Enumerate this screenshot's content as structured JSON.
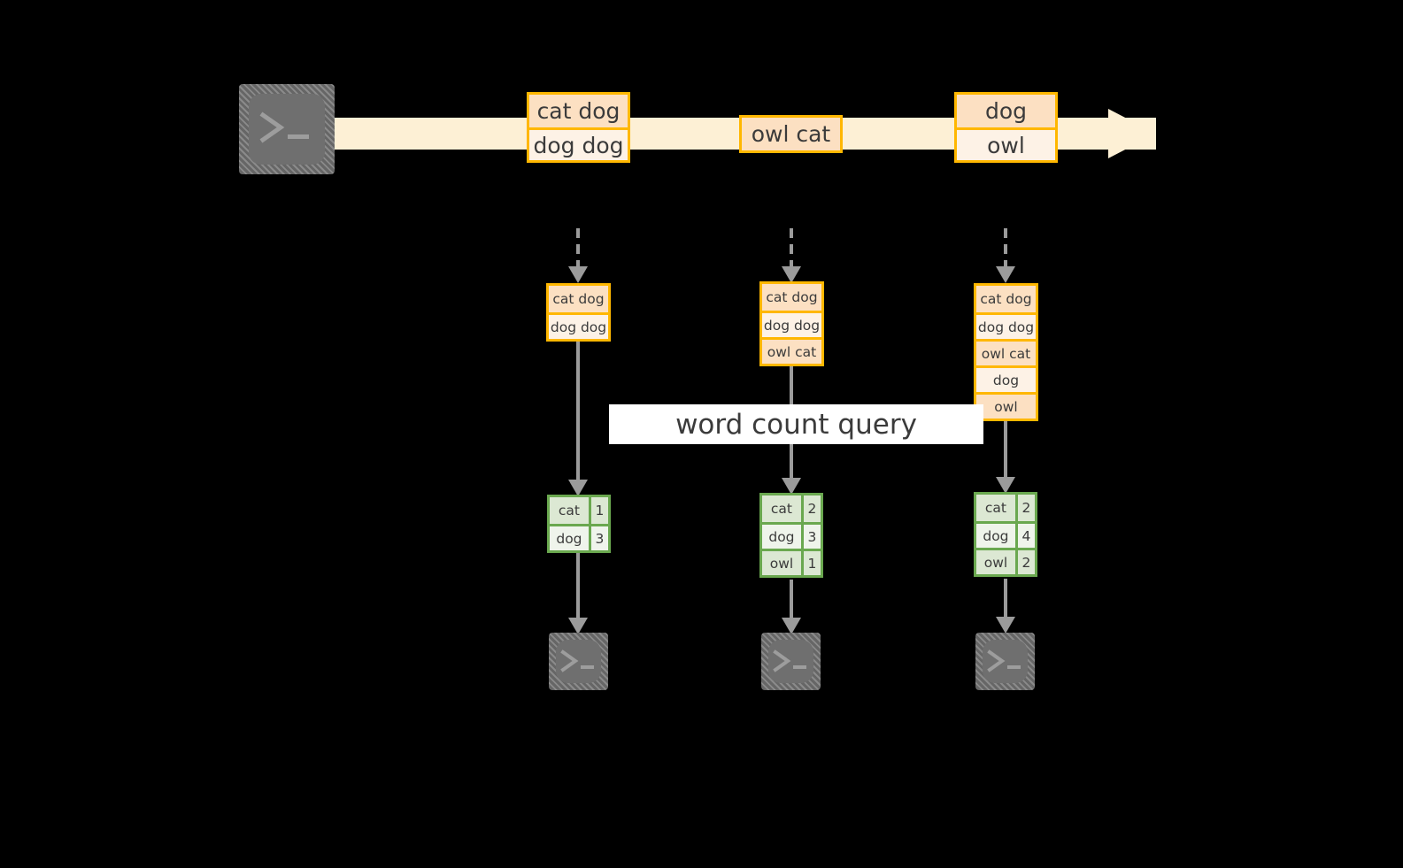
{
  "diagram": {
    "title_label": "word count query",
    "colors": {
      "background": "#000000",
      "stream_band": "#fdf0d5",
      "record_border": "#ffb700",
      "record_fill_dark": "#fce0c2",
      "record_fill_light": "#fdf2e6",
      "table_border": "#6aa84f",
      "table_fill_dark": "#dce8d3",
      "table_fill_light": "#eff4eb",
      "arrow": "#9b9b9b",
      "terminal": "#6f6f6f",
      "label_band": "#ffffff"
    },
    "stream": {
      "source_icon": "terminal-icon",
      "groups": [
        {
          "name": "batch-1",
          "rows": [
            "cat dog",
            "dog dog"
          ]
        },
        {
          "name": "batch-2",
          "rows": [
            "owl cat"
          ]
        },
        {
          "name": "batch-3",
          "rows": [
            "dog",
            "owl"
          ]
        }
      ]
    },
    "columns": [
      {
        "name": "snapshot-1",
        "accumulated": [
          "cat dog",
          "dog dog"
        ],
        "result": {
          "rows": [
            {
              "word": "cat",
              "count": "1"
            },
            {
              "word": "dog",
              "count": "3"
            }
          ]
        },
        "sink_icon": "terminal-icon"
      },
      {
        "name": "snapshot-2",
        "accumulated": [
          "cat dog",
          "dog dog",
          "owl cat"
        ],
        "result": {
          "rows": [
            {
              "word": "cat",
              "count": "2"
            },
            {
              "word": "dog",
              "count": "3"
            },
            {
              "word": "owl",
              "count": "1"
            }
          ]
        },
        "sink_icon": "terminal-icon"
      },
      {
        "name": "snapshot-3",
        "accumulated": [
          "cat dog",
          "dog dog",
          "owl cat",
          "dog",
          "owl"
        ],
        "result": {
          "rows": [
            {
              "word": "cat",
              "count": "2"
            },
            {
              "word": "dog",
              "count": "4"
            },
            {
              "word": "owl",
              "count": "2"
            }
          ]
        },
        "sink_icon": "terminal-icon"
      }
    ]
  }
}
